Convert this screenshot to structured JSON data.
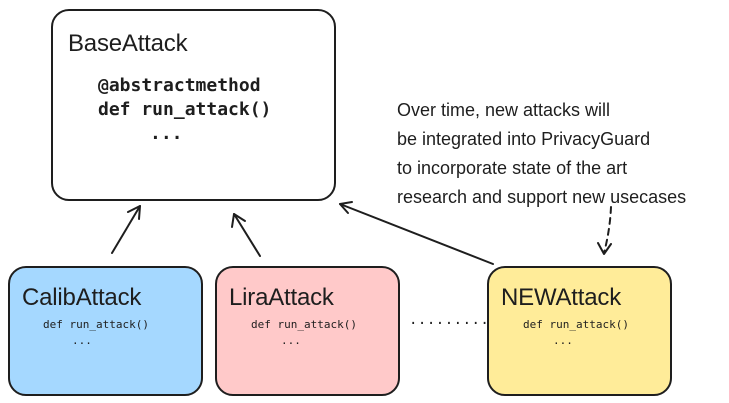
{
  "base": {
    "title": "BaseAttack",
    "decorator": "@abstractmethod",
    "method": "def run_attack()",
    "ellipsis": "..."
  },
  "children": [
    {
      "title": "CalibAttack",
      "method": "def run_attack()",
      "ellipsis": "...",
      "fill": "#a5d8ff"
    },
    {
      "title": "LiraAttack",
      "method": "def run_attack()",
      "ellipsis": "...",
      "fill": "#ffc9c9"
    },
    {
      "title": "NEWAttack",
      "method": "def run_attack()",
      "ellipsis": "...",
      "fill": "#ffec99"
    }
  ],
  "gap_dots": "..........",
  "note": {
    "lines": [
      "Over time, new attacks will",
      "be integrated into PrivacyGuard",
      "to incorporate state of the art",
      "research and support new usecases"
    ]
  }
}
